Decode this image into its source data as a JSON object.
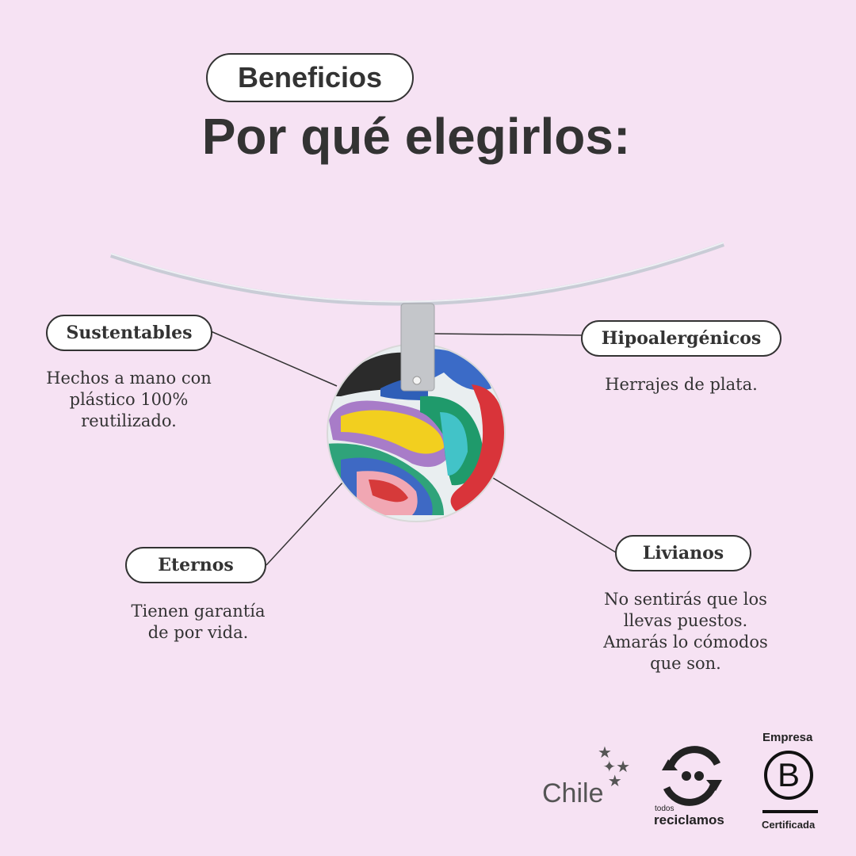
{
  "header": {
    "badge": "Beneficios",
    "title": "Por qué elegirlos:"
  },
  "benefits": [
    {
      "title": "Sustentables",
      "description": "Hechos a mano con plástico 100% reutilizado."
    },
    {
      "title": "Hipoalergénicos",
      "description": "Herrajes de plata."
    },
    {
      "title": "Eternos",
      "description": "Tienen garantía de por vida."
    },
    {
      "title": "Livianos",
      "description": "No sentirás que los llevas puestos. Amarás lo cómodos que son."
    }
  ],
  "logos": {
    "chile": "Chile",
    "reciclamos_small": "todos",
    "reciclamos_big": "reciclamos",
    "bcorp_top": "Empresa",
    "bcorp_letter": "B",
    "bcorp_bottom": "Certificada"
  },
  "colors": {
    "background": "#f6e2f3",
    "text": "#333333"
  }
}
